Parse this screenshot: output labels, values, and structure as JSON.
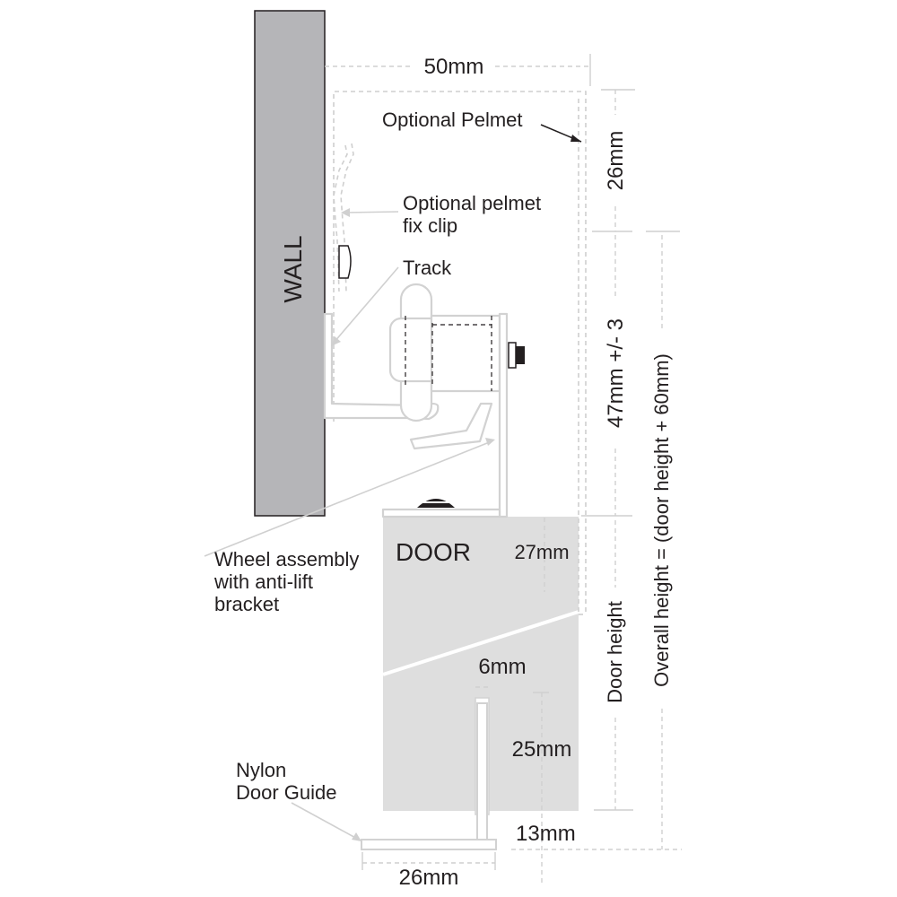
{
  "labels": {
    "wall": "WALL",
    "door": "DOOR",
    "optional_pelmet": "Optional Pelmet",
    "pelmet_fix_clip_line1": "Optional pelmet",
    "pelmet_fix_clip_line2": "fix clip",
    "track": "Track",
    "wheel_line1": "Wheel assembly",
    "wheel_line2": "with anti-lift",
    "wheel_line3": "bracket",
    "nylon_line1": "Nylon",
    "nylon_line2": "Door Guide"
  },
  "dimensions": {
    "pelmet_width": "50mm",
    "pelmet_height": "26mm",
    "track_height": "47mm +/- 3",
    "overall_height": "Overall height = (door height + 60mm)",
    "door_height": "Door height",
    "door_thickness": "27mm",
    "groove_width": "6mm",
    "groove_depth": "25mm",
    "guide_height": "13mm",
    "guide_width": "26mm"
  },
  "colors": {
    "wall_fill": "#b5b5b8",
    "door_fill": "#dedede",
    "outline": "#d2d2d2",
    "text": "#231f20"
  }
}
